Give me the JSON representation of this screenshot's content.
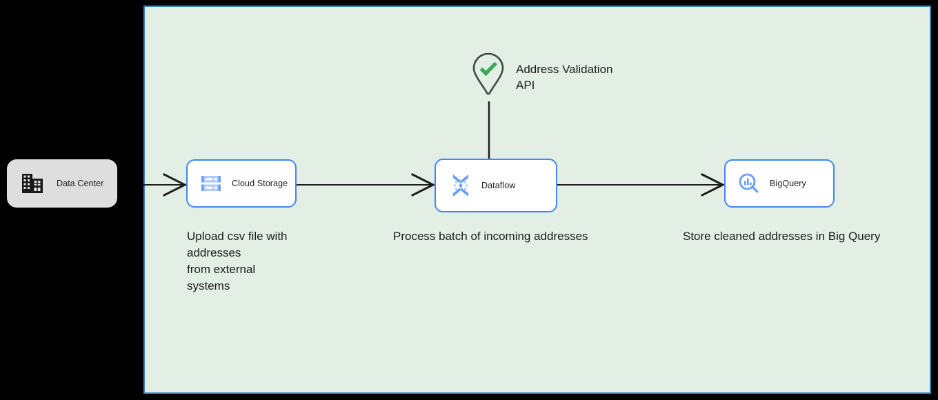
{
  "diagram": {
    "type": "architecture-flow",
    "background_color": "#000000",
    "boundary": {
      "name": "cloud-boundary",
      "fill_color": "#e3efe5",
      "border_color": "#3b82c4"
    },
    "nodes": [
      {
        "id": "data-center",
        "label": "Data Center",
        "icon": "data-center-icon",
        "style": "on-premise",
        "fill_color": "#dedede",
        "inside_boundary": false
      },
      {
        "id": "cloud-storage",
        "label": "Cloud Storage",
        "icon": "cloud-storage-icon",
        "style": "gcp-service",
        "fill_color": "#ffffff",
        "border_color": "#4285f4",
        "inside_boundary": true
      },
      {
        "id": "dataflow",
        "label": "Dataflow",
        "icon": "dataflow-icon",
        "style": "gcp-service",
        "fill_color": "#ffffff",
        "border_color": "#4285f4",
        "inside_boundary": true
      },
      {
        "id": "bigquery",
        "label": "BigQuery",
        "icon": "bigquery-icon",
        "style": "gcp-service",
        "fill_color": "#ffffff",
        "border_color": "#4285f4",
        "inside_boundary": true
      }
    ],
    "services": [
      {
        "id": "address-validation-api",
        "label": "Address Validation\nAPI",
        "label_line_1": "Address Validation",
        "label_line_2": "API",
        "icon": "map-pin-check-icon",
        "icon_outline_color": "#3f4a45",
        "icon_check_color": "#3daa58"
      }
    ],
    "captions": [
      {
        "id": "caption-cloud-storage",
        "for": "cloud-storage",
        "text": "Upload csv file with addresses\nfrom external\nsystems",
        "lines": [
          "Upload csv file with",
          "addresses",
          "from external",
          "systems"
        ]
      },
      {
        "id": "caption-dataflow",
        "for": "dataflow",
        "text": "Process batch of incoming addresses"
      },
      {
        "id": "caption-bigquery",
        "for": "bigquery",
        "text": "Store cleaned addresses in Big Query"
      }
    ],
    "connectors": [
      {
        "id": "data-center-to-cloud-storage",
        "from": "data-center",
        "to": "cloud-storage",
        "arrow": true
      },
      {
        "id": "cloud-storage-to-dataflow",
        "from": "cloud-storage",
        "to": "dataflow",
        "arrow": true
      },
      {
        "id": "dataflow-to-bigquery",
        "from": "dataflow",
        "to": "bigquery",
        "arrow": true
      },
      {
        "id": "address-validation-api-to-dataflow",
        "from": "address-validation-api",
        "to": "dataflow",
        "arrow": false
      }
    ]
  }
}
